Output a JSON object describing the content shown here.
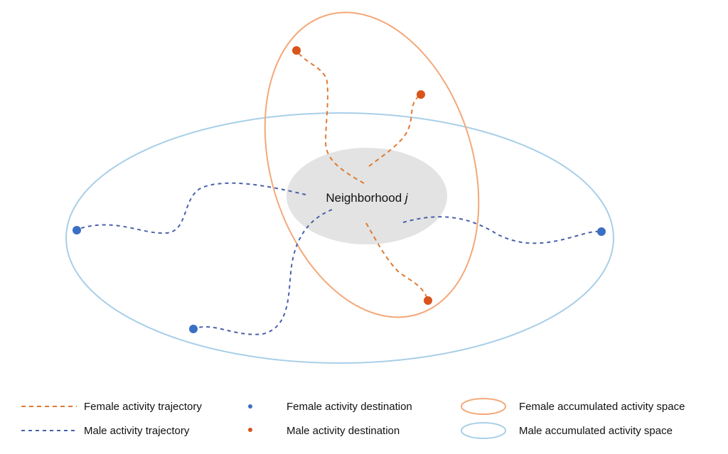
{
  "center_label": {
    "text": "Neighborhood ",
    "variable": "j"
  },
  "colors": {
    "female_trajectory": "#e07a34",
    "male_trajectory": "#4a61a8",
    "female_destination_dot": "#d9541c",
    "male_destination_dot": "#3a6fc4",
    "female_space_outline": "#f4a878",
    "male_space_outline": "#a9cfe8",
    "neighborhood_fill": "#e3e3e3"
  },
  "legend": {
    "female_trajectory": "Female activity trajectory",
    "male_trajectory": "Male activity trajectory",
    "female_destination": "Female activity destination",
    "male_destination": "Male activity destination",
    "female_space": "Female accumulated activity space",
    "male_space": "Male accumulated activity space"
  }
}
